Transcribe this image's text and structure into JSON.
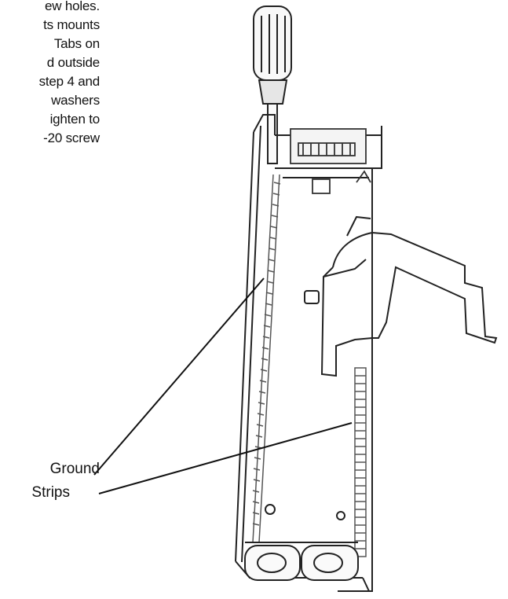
{
  "instructions": {
    "lines": [
      "ew holes.",
      "ts mounts",
      "Tabs on",
      "d outside",
      "",
      "step 4 and",
      "washers",
      "ighten to",
      "-20 screw"
    ]
  },
  "callout": {
    "line1": "Ground",
    "line2": "Strips"
  }
}
